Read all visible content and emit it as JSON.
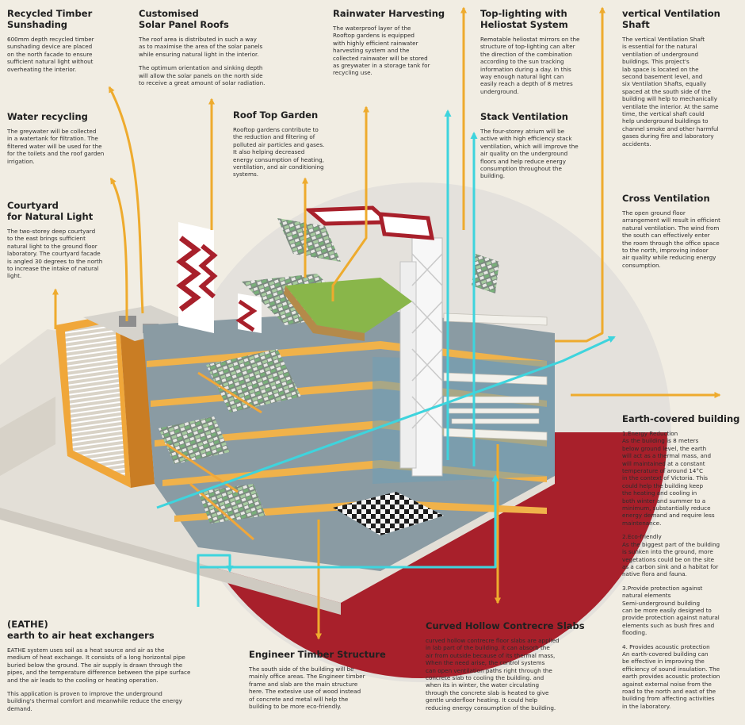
{
  "colors": {
    "background": "#f1ede3",
    "arrow_yellow": "#eeab2e",
    "arrow_cyan": "#3ed4dd",
    "disc_red": "#a8202b",
    "disc_grey": "#e4e1dc"
  },
  "recycled_timber": {
    "title": "Recycled Timber\nSunshading",
    "body": "600mm depth recycled timber\nsunshading device are placed\non the north facade to ensure\nsufficient natural light without\noverheating the interior."
  },
  "solar_panel": {
    "title": "Customised\nSolar Panel Roofs",
    "body1": "The roof area is distributed in such a way\nas to maximise the area of the solar panels\nwhile ensuring natural light in the interior.",
    "body2": "The optimum orientation and sinking depth\nwill allow the solar panels on the north side\nto receive a great amount of solar radiation."
  },
  "rainwater": {
    "title": "Rainwater Harvesting",
    "body": "The waterproof layer of the\nRooftop gardens is equipped\nwith highly efficient rainwater\nharvesting system and the\ncollected rainwater will be stored\nas greywater in a storage tank for\nrecycling use."
  },
  "top_lighting": {
    "title": "Top-lighting with\nHeliostat System",
    "body": "Remotable heliostat mirrors on the\nstructure of top-lighting can alter\nthe direction of the combination\naccording to the sun tracking\ninformation during a day. In this\nway enough natural light can\neasily reach a depth of 8 metres\nunderground."
  },
  "vertical_ventilation": {
    "title": "vertical  Ventilation\nShaft",
    "body": "The vertical Ventilation Shaft\nis essential for the natural\nventilation of underground\nbuildings. This project's\nlab space is located on the\nsecond basement level, and\nsix Ventilation Shafts, equally\nspaced at the south side of the\nbuilding will help to mechanically\nventilate the interior. At the same\ntime, the vertical shaft could\nhelp underground buildings to\nchannel smoke and other harmful\ngases during fire and laboratory\naccidents."
  },
  "water_recycling": {
    "title": "Water recycling",
    "body": "The greywater will be collected\nin a watertank for filtration. The\nfiltered water will be used for the\nfor the toilets and the roof garden\nirrigation."
  },
  "roof_garden": {
    "title": "Roof Top Garden",
    "body": "Rooftop gardens contribute to\nthe reduction and filtering of\npolluted air particles and gases.\nIt also helping decreased\nenergy consumption of heating,\nventilation, and air conditioning\nsystems."
  },
  "stack_ventilation": {
    "title": "Stack Ventilation",
    "body": "The four-storey atrium will be\nactive with high efficiency stack\nventilation, which will improve the\nair quality on the underground\nfloors and help reduce energy\nconsumption throughout the\nbuilding."
  },
  "courtyard": {
    "title": "Courtyard\nfor Natural Light",
    "body": "The two-storey deep courtyard\nto the east brings sufficient\nnatural light to the ground floor\nlaboratory. The courtyard facade\nis angled 30 degrees to the north\nto increase the intake of natural\nlight."
  },
  "cross_ventilation": {
    "title": "Cross Ventilation",
    "body": "The open ground floor\narrangement will result in efficient\nnatural ventilation. The wind from\nthe south can effectively enter\nthe room through the office space\nto the north, improving indoor\nair quality while reducing energy\nconsumption."
  },
  "earth_covered": {
    "title": "Earth-covered building",
    "p1": "1.Energy Reduction\nAs the building is 8 meters\nbelow ground level, the earth\nwill act as a thermal mass, and\nwill maintained at a constant\ntemperature of around 14°C\nin the context of Victoria. This\ncould help the building keep\nthe heating and cooling in\nboth winter and summer to a\nminimum, substantially reduce\nenergy demand and require less\nmaintenance.",
    "p2": "2.Eco-friendly\nAs the biggest part of the building\nis sunken into the ground, more\nvegetations could be on the site\nas a carbon sink and a habitat for\nnative flora and fauna.",
    "p3": "3.Provide protection against\nnatural elements\nSemi-underground building\ncan be more easily designed to\nprovide protection against natural\nelements such as bush fires and\nflooding.",
    "p4": "4.  Provides acoustic protection\nAn earth-covered building can\nbe effective in improving the\nefficiency of sound insulation. The\nearth provides acoustic protection\nagainst external noise from the\nroad to the north and east of the\nbuilding from affecting activities\nin the laboratory."
  },
  "eathe": {
    "title": "(EATHE)\nearth to air heat exchangers",
    "body1": "EATHE system uses soil as a heat source and air as the\nmedium of heat exchange. It consists of a long horizontal pipe\nburied below the ground. The air supply is drawn through the\npipes, and the temperature difference between the pipe surface\nand the air leads to the cooling or heating operation.",
    "body2": "This application is proven to improve the underground\nbuilding's thermal comfort and meanwhile reduce the energy\ndemand."
  },
  "engineer_timber": {
    "title": "Engineer Timber Structure",
    "body": "The south side of the building will be\nmainly office areas. The Engineer timber\nframe and slab are the main structure\nhere. The extesive use of wood instead\nof concrete and metal will help the\nbuilding to be more eco-friendly."
  },
  "curved_slabs": {
    "title": "Curved Hollow Contrecre Slabs",
    "body": "curved hollow contrecre floor slabs are applied\nin lab part of the building. it can absorb the\nair from outside because of its thermal mass,\nWhen the need arise, the control systems\ncan open ventilation paths right through the\nconcrete slab to cooling the building. and\nwhen its in winter, the  water circulating\nthrough the concrete slab is heated to give\ngentle underfloor heating. It could help\nreducing energy consumption of the building."
  }
}
